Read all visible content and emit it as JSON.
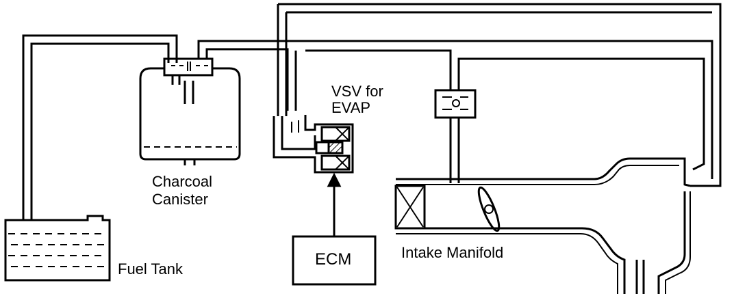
{
  "labels": {
    "vsv_line1": "VSV for",
    "vsv_line2": "EVAP",
    "canister_line1": "Charcoal",
    "canister_line2": "Canister",
    "fuel_tank": "Fuel Tank",
    "ecm": "ECM",
    "intake_manifold": "Intake Manifold"
  },
  "colors": {
    "line": "#000000",
    "background": "#ffffff"
  }
}
